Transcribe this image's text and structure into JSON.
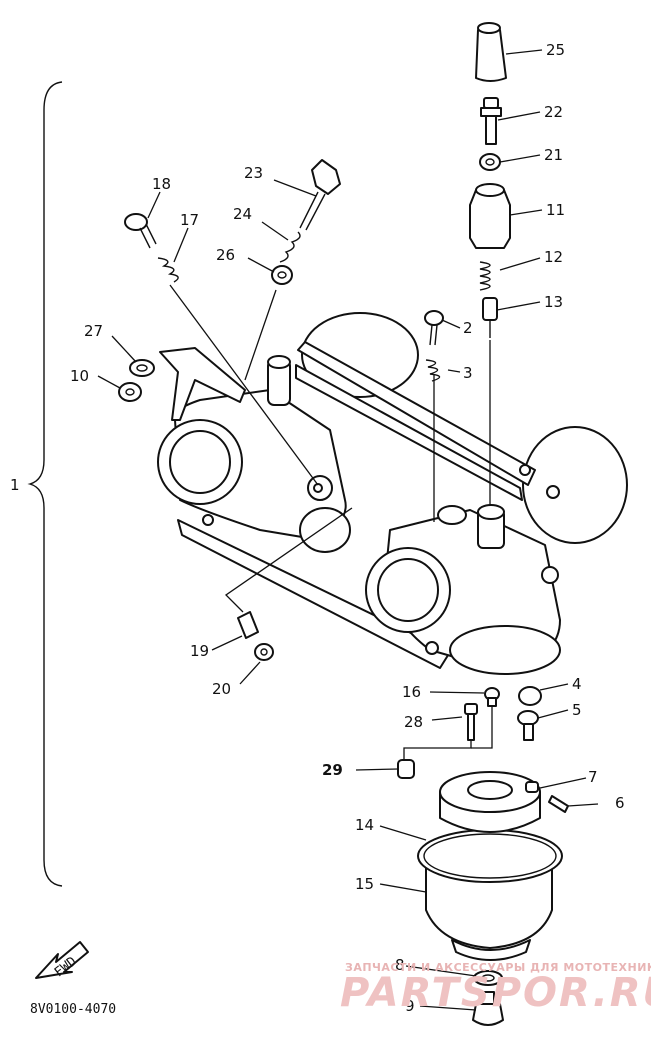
{
  "diagram": {
    "assembly_label": "1",
    "drawing_code": "8V0100-4070",
    "fwd_label": "FWD",
    "callouts": [
      "25",
      "22",
      "21",
      "11",
      "12",
      "13",
      "2",
      "3",
      "18",
      "17",
      "23",
      "24",
      "26",
      "27",
      "10",
      "19",
      "20",
      "16",
      "4",
      "28",
      "5",
      "29",
      "7",
      "6",
      "14",
      "15",
      "8",
      "9"
    ]
  },
  "watermark": {
    "line1": "ЗАПЧАСТИ И АКСЕССУАРЫ ДЛЯ МОТОТЕХНИКИ",
    "line2": "PARTSPOR.RU"
  }
}
